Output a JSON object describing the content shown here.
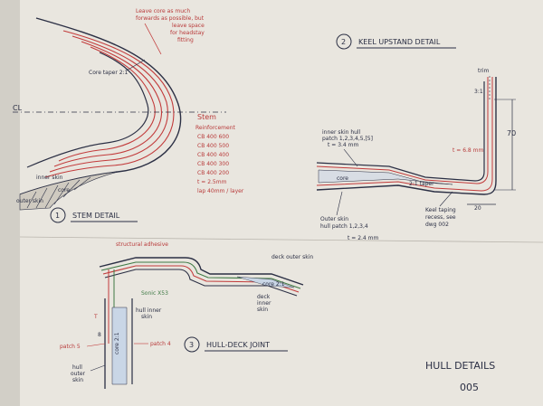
{
  "colors": {
    "paper": "#efece6",
    "ink": "#2b2f44",
    "red": "#c23b3b",
    "green": "#3f7a45",
    "core_fill": "#c9d6e6"
  },
  "stem_detail": {
    "title": "STEM DETAIL",
    "number": "1",
    "note_top": [
      "Leave core as much",
      "forwards as possible, but",
      "leave space",
      "for headstay",
      "fitting"
    ],
    "core_taper": "Core taper 2:1",
    "cl": "CL",
    "spec_title": "Stem",
    "spec_lines": [
      "Reinforcement",
      "CB 400 600",
      "CB 400 500",
      "CB 400 400",
      "CB 400 300",
      "CB 400 200",
      "t = 2.5mm",
      "lap 40mm / layer"
    ],
    "inner_skin": "inner skin",
    "outer_skin": "outer skin",
    "core": "core"
  },
  "keel_detail": {
    "number": "2",
    "title": "KEEL UPSTAND DETAIL",
    "trim": "trim",
    "ratio": "3:1",
    "inner_note": [
      "inner skin hull",
      "patch 1,2,3,4,5,[5]",
      "t = 3.4 mm"
    ],
    "core": "core",
    "ratio2": "2:1 taper",
    "thickness": "t = 6.8 mm",
    "dim_70": "70",
    "dim_20": "20",
    "outer_note": [
      "Outer skin",
      "hull patch 1,2,3,4",
      "t = 2.4 mm"
    ],
    "taping_note": [
      "Keel taping",
      "recess, see",
      "dwg 002"
    ]
  },
  "hull_deck": {
    "number": "3",
    "title": "HULL-DECK JOINT",
    "structural_adhesive": "structural adhesive",
    "deck_outer": "deck outer skin",
    "core_ratio": "core 2:1",
    "deck_inner": [
      "deck",
      "inner",
      "skin"
    ],
    "sonic": "Sonic X53",
    "hull_inner": [
      "hull inner",
      "skin"
    ],
    "core": "core 2:1",
    "patch5": "patch 5",
    "patch4": "patch 4",
    "hull_outer": [
      "hull",
      "outer",
      "skin"
    ],
    "marks": [
      "T",
      "8"
    ]
  },
  "title_block": {
    "title": "HULL DETAILS",
    "number": "005"
  }
}
